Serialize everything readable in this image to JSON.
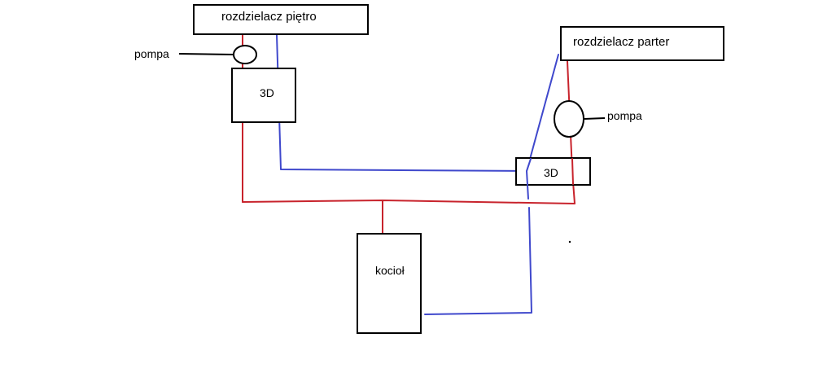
{
  "diagram": {
    "colors": {
      "supply_pipe": "#c8232c",
      "return_pipe": "#3f48cc",
      "outline": "#000000",
      "background": "#ffffff"
    },
    "manifold_upper_label": "rozdzielacz piętro",
    "manifold_ground_label": "rozdzielacz parter",
    "pump_left_label": "pompa",
    "pump_right_label": "pompa",
    "valve_left_label": "3D",
    "valve_right_label": "3D",
    "boiler_label": "kocioł"
  }
}
